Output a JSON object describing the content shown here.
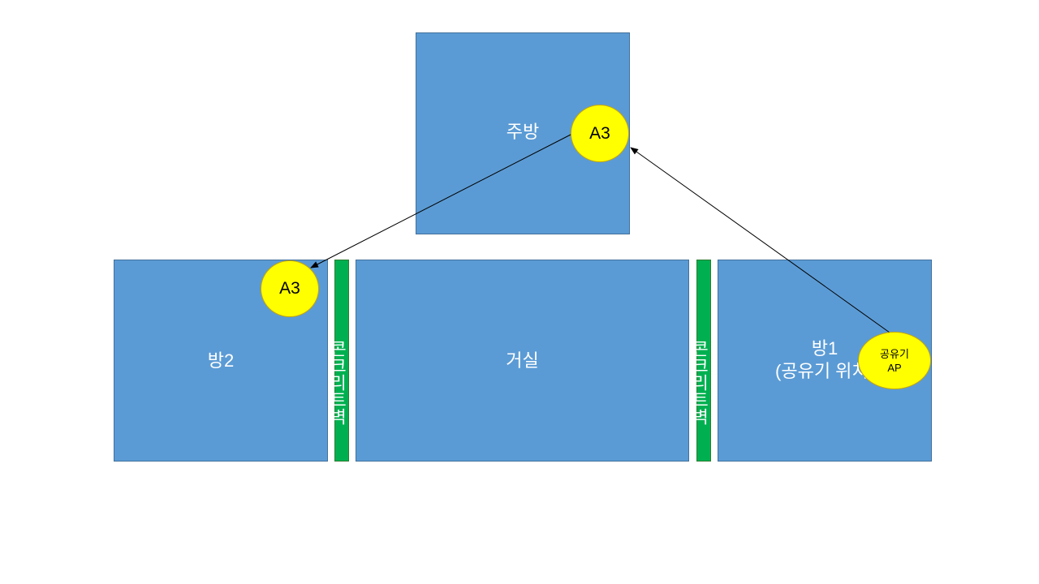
{
  "rooms": {
    "kitchen": "주방",
    "room2": "방2",
    "living": "거실",
    "room1": "방1\n(공유기 위치)"
  },
  "walls": {
    "left": "콘크리트벽",
    "right": "콘크리트벽"
  },
  "nodes": {
    "kitchen_ap": "A3",
    "room2_ap": "A3",
    "router_ap": "공유기\nAP"
  },
  "colors": {
    "room_fill": "#5b9bd5",
    "wall_fill": "#00b050",
    "node_fill": "#ffff00"
  }
}
